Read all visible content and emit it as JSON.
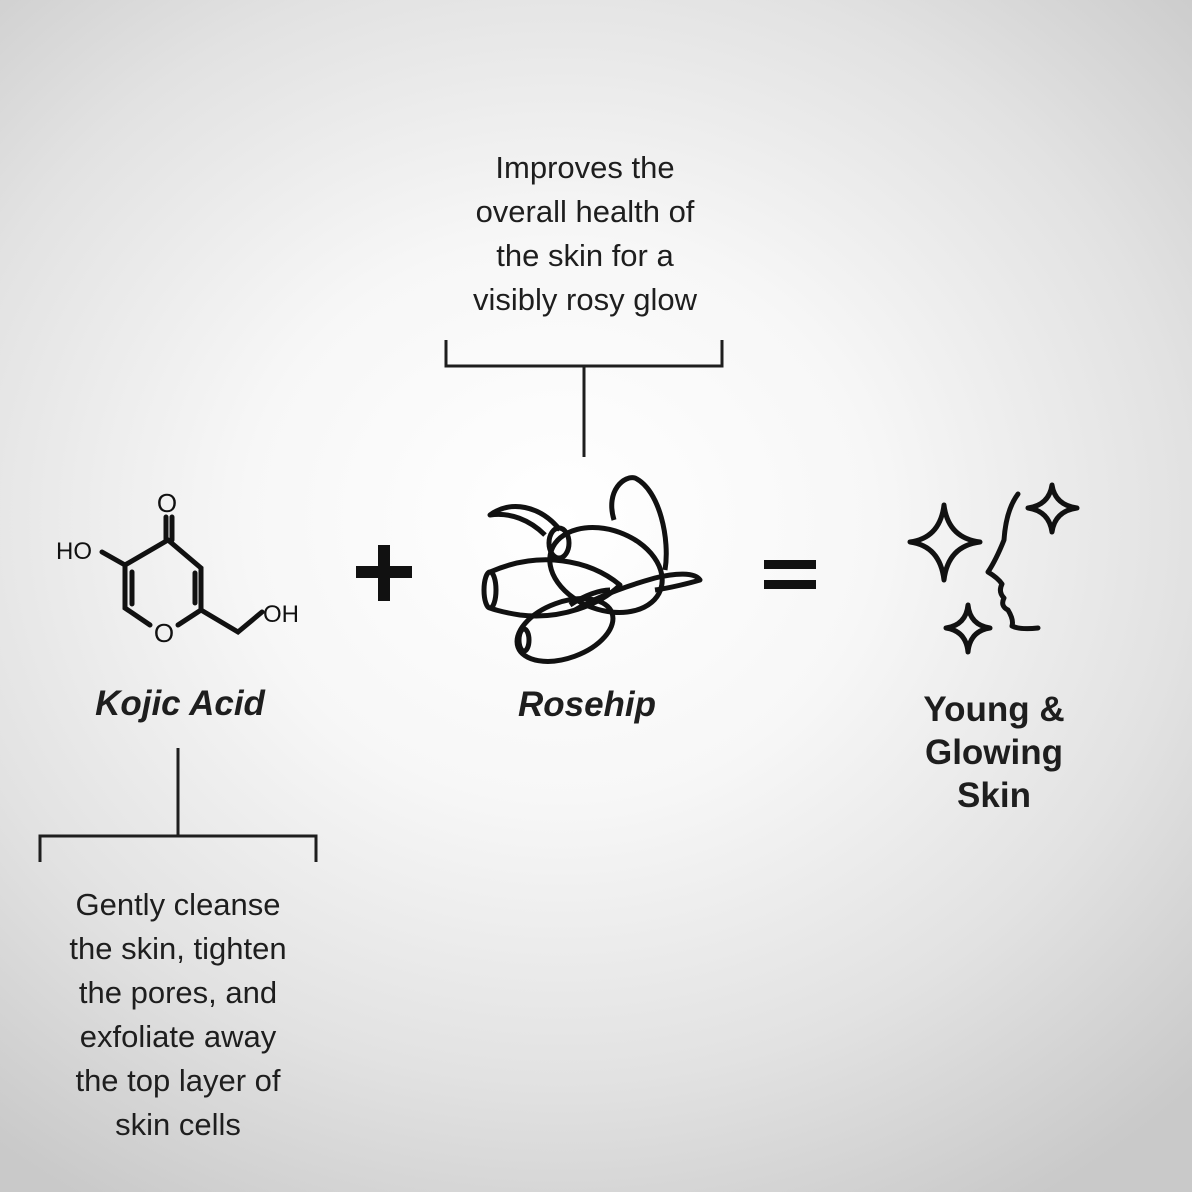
{
  "rosehip_desc": "Improves the\noverall health of\nthe skin for a\nvisibly rosy glow",
  "kojic_label": "Kojic Acid",
  "rosehip_label": "Rosehip",
  "result_label": "Young &\nGlowing\nSkin",
  "kojic_desc": "Gently cleanse\nthe skin, tighten\nthe pores, and\nexfoliate away\nthe top layer of\nskin cells",
  "molecule": {
    "ho": "HO",
    "oh": "OH",
    "o_top": "O",
    "o_ring": "O"
  },
  "operators": {
    "plus": "+",
    "equals": "="
  }
}
